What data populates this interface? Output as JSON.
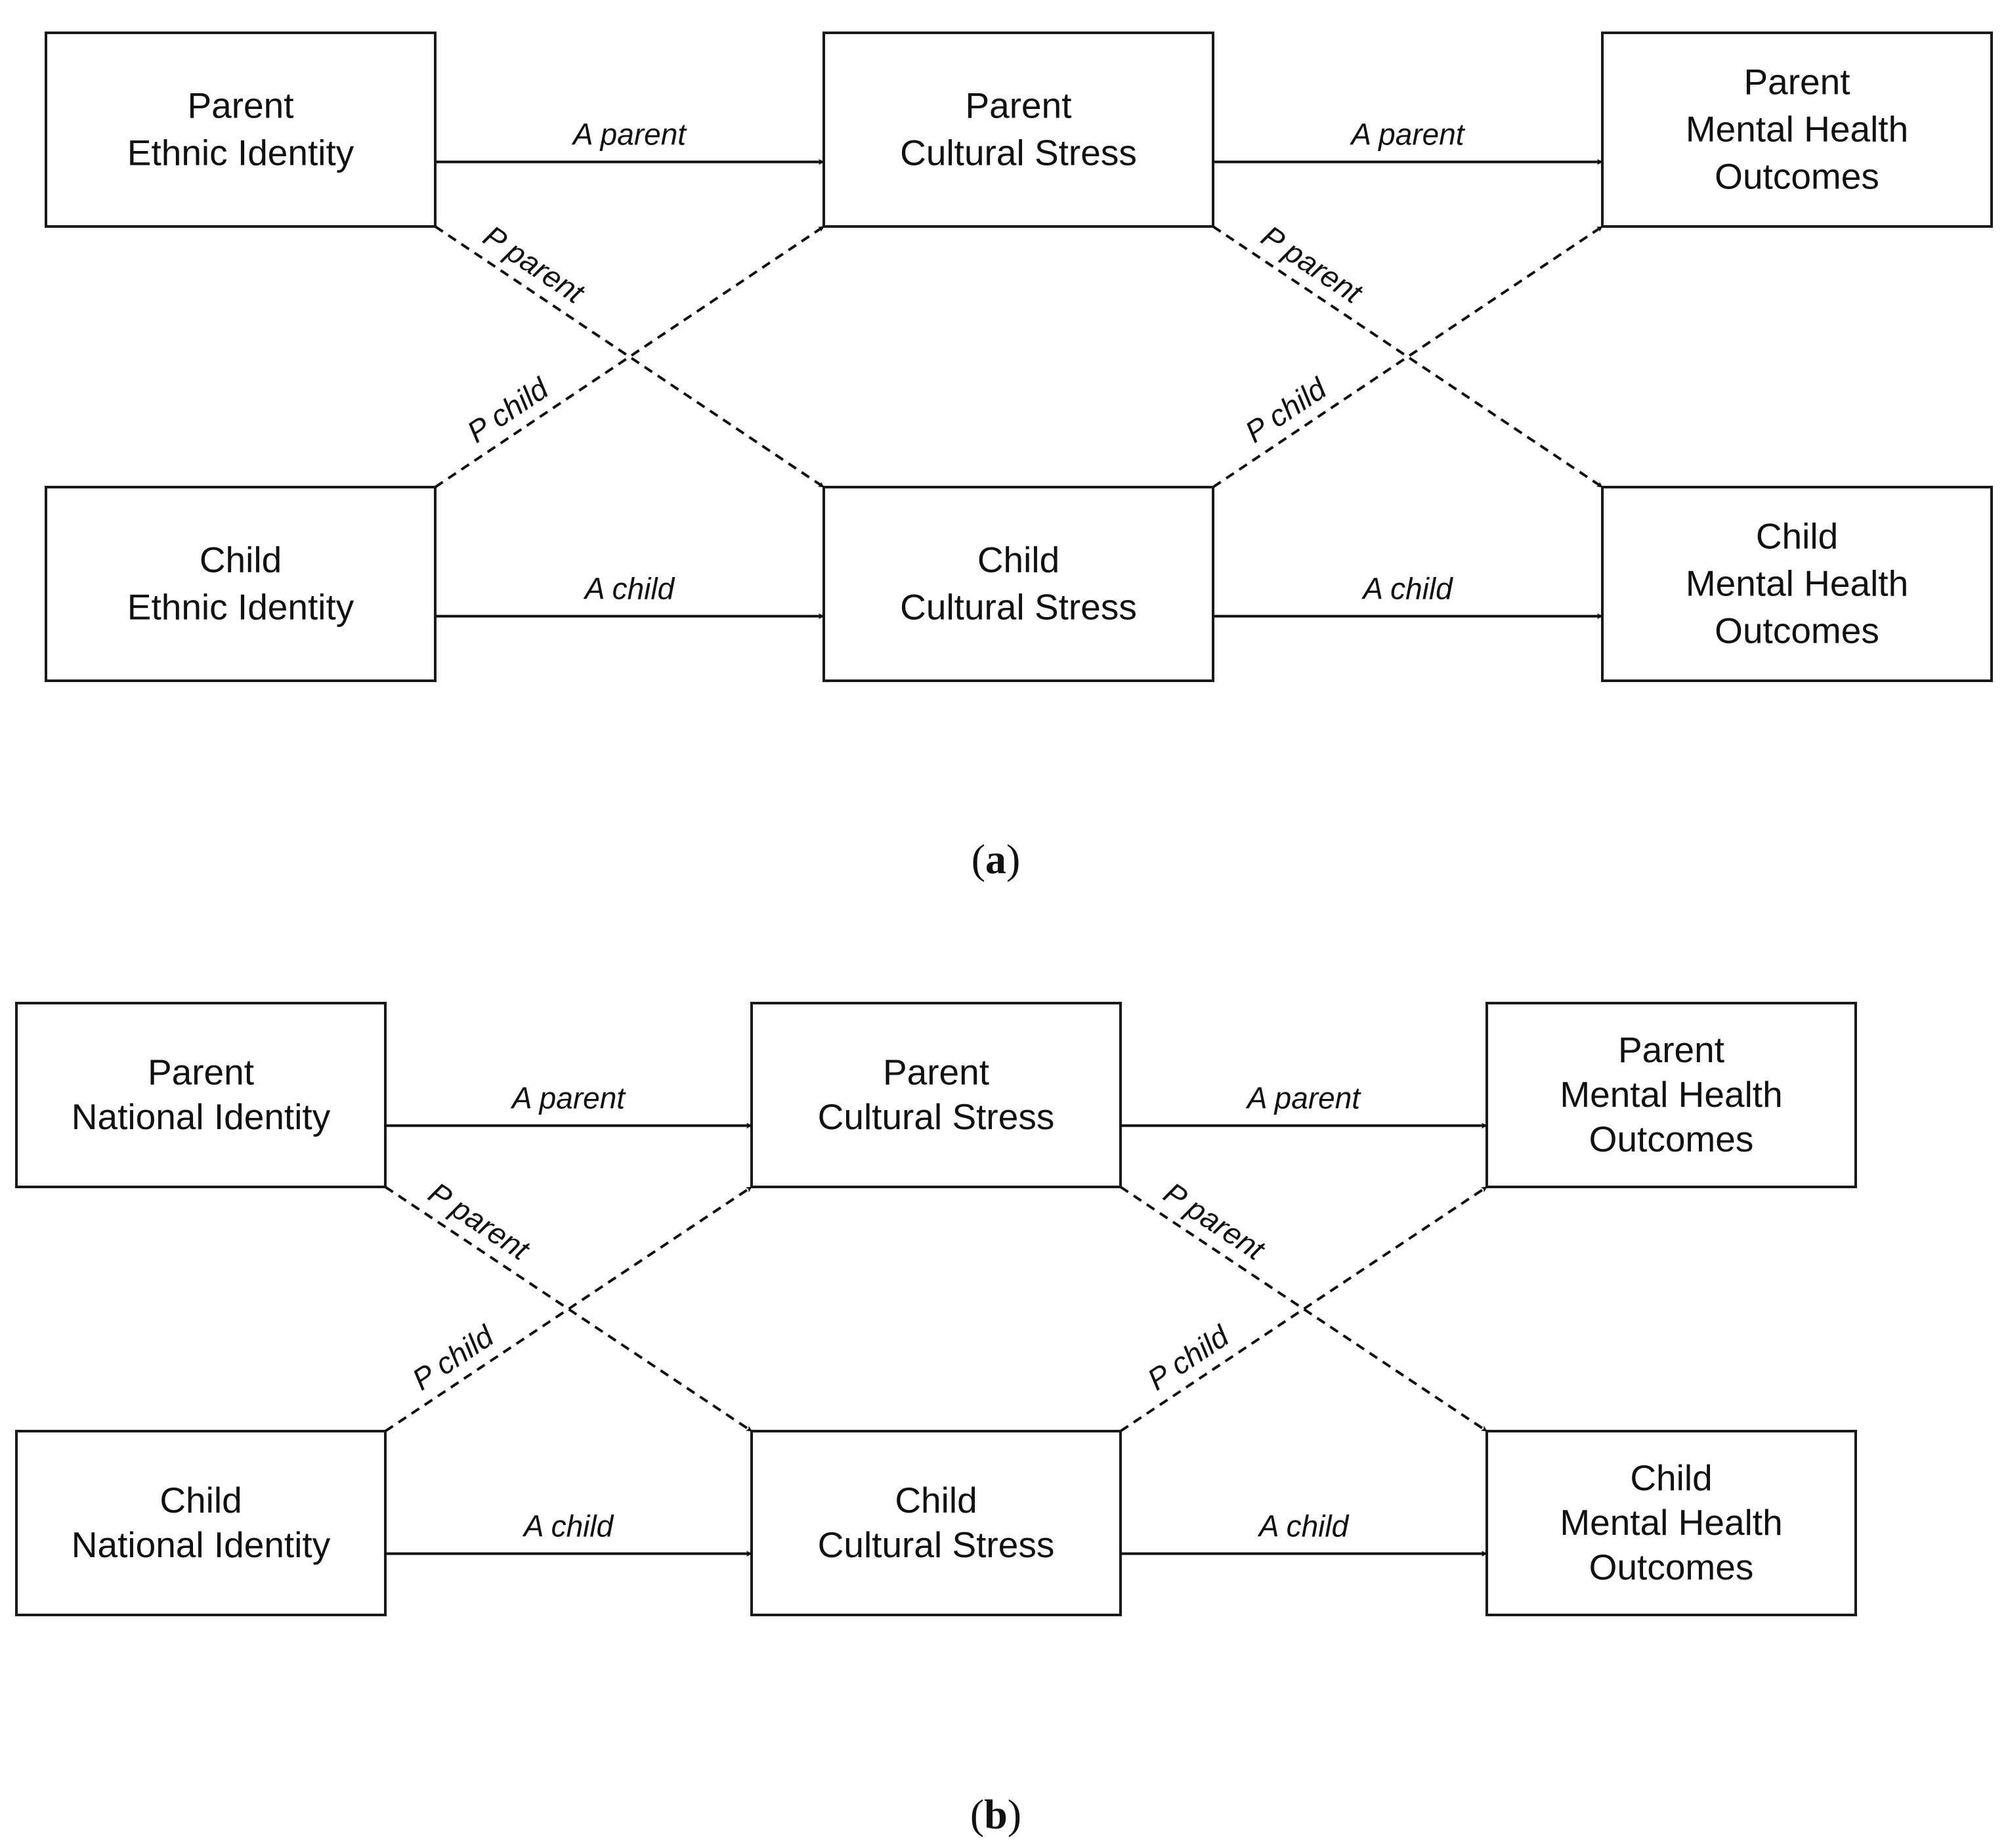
{
  "panel_a": {
    "caption_open": "(",
    "caption_letter": "a",
    "caption_close": ")",
    "boxes": {
      "parent_identity": [
        "Parent",
        "Ethnic Identity"
      ],
      "parent_stress": [
        "Parent",
        "Cultural Stress"
      ],
      "parent_outcomes": [
        "Parent",
        "Mental Health",
        "Outcomes"
      ],
      "child_identity": [
        "Child",
        "Ethnic Identity"
      ],
      "child_stress": [
        "Child",
        "Cultural Stress"
      ],
      "child_outcomes": [
        "Child",
        "Mental Health",
        "Outcomes"
      ]
    },
    "edge_labels": {
      "a_parent_1": "A parent",
      "a_parent_2": "A parent",
      "a_child_1": "A child",
      "a_child_2": "A child",
      "p_parent_1": "P parent",
      "p_parent_2": "P parent",
      "p_child_1": "P child",
      "p_child_2": "P child"
    }
  },
  "panel_b": {
    "caption_open": "(",
    "caption_letter": "b",
    "caption_close": ")",
    "boxes": {
      "parent_identity": [
        "Parent",
        "National Identity"
      ],
      "parent_stress": [
        "Parent",
        "Cultural Stress"
      ],
      "parent_outcomes": [
        "Parent",
        "Mental Health",
        "Outcomes"
      ],
      "child_identity": [
        "Child",
        "National Identity"
      ],
      "child_stress": [
        "Child",
        "Cultural Stress"
      ],
      "child_outcomes": [
        "Child",
        "Mental Health",
        "Outcomes"
      ]
    },
    "edge_labels": {
      "a_parent_1": "A parent",
      "a_parent_2": "A parent",
      "a_child_1": "A child",
      "a_child_2": "A child",
      "p_parent_1": "P parent",
      "p_parent_2": "P parent",
      "p_child_1": "P child",
      "p_child_2": "P child"
    }
  }
}
